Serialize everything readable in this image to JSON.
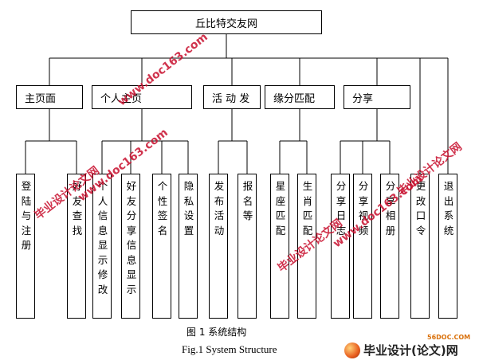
{
  "title": "丘比特交友网",
  "modules": [
    {
      "label": "主页面",
      "children": [
        "登陆与注册",
        "好友查找"
      ]
    },
    {
      "label": "个人主页",
      "children": [
        "个人信息显示修改",
        "好友分享信息显示",
        "个性签名",
        "隐私设置"
      ]
    },
    {
      "label": "活 动 发",
      "children": [
        "发布活动",
        "报名等"
      ]
    },
    {
      "label": "缘分匹配",
      "children": [
        "星座匹配",
        "生肖匹配"
      ]
    },
    {
      "label": "分享",
      "children": [
        "分享日志",
        "分享视频",
        "分享相册"
      ]
    }
  ],
  "extra_children": [
    "更改口令",
    "退出系统"
  ],
  "caption_cn": "图 1  系统结构",
  "caption_en": "Fig.1    System Structure",
  "watermarks": {
    "site": "www.doc163.com",
    "name": "毕业设计论文网"
  },
  "logo": {
    "small": "56DOC.COM",
    "text": "毕业设计(论文)网"
  }
}
